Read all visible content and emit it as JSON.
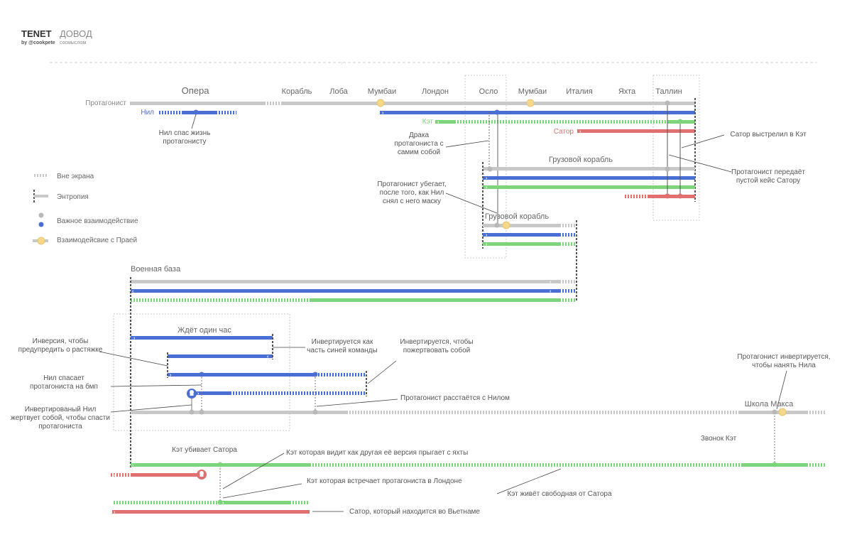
{
  "header": {
    "title": "TENET",
    "title_ru": "ДОВОД",
    "byline": "by @cookpete",
    "byline_ru": "сосмыслом"
  },
  "colors": {
    "grey": "#c8c8c8",
    "blue": "#4a6fd4",
    "green": "#7dd47a",
    "red": "#e07070",
    "yellow": "#f5d88a",
    "text": "#555555",
    "border": "#b5b5b5"
  },
  "locations": [
    "Опера",
    "Корабль",
    "Лоба",
    "Мумбаи",
    "Лондон",
    "Осло",
    "Мумбаи",
    "Италия",
    "Яхта",
    "Таллин"
  ],
  "characters": {
    "protagonist": "Протагонист",
    "neil": "Нил",
    "kat": "Кэт",
    "sator": "Сатор"
  },
  "sections": {
    "cargo_ship": "Грузовой корабль",
    "cargo_ship_2": "Грузовой корабль",
    "military_base": "Военная база",
    "wait_hour": "Ждёт один час",
    "max_school": "Школа Макса"
  },
  "legend": [
    {
      "label": "Вне экрана",
      "icon": "offscreen-line"
    },
    {
      "label": "Энтропия",
      "icon": "entropy-line"
    },
    {
      "label": "Важное взаимодействие",
      "icon": "interaction-dots"
    },
    {
      "label": "Взаимодейсвие с Праей",
      "icon": "priya-dot"
    }
  ],
  "annotations": {
    "neil_saves": "Нил спас жизнь\nпротагонисту",
    "fight": "Драка\nпротагониста с\nсамим собой",
    "escapes": "Протагонист убегает,\nпосле того, как Нил\nснял с него маску",
    "sator_shot": "Сатор выстрелил в Кэт",
    "empty_case": "Протагонист передаёт\nпустой кейс Сатору",
    "inversion_warn": "Инверсия, чтобы\nпредупредить о растяжке",
    "inverts_blue": "Инвертируется как\nчасть синей команды",
    "inverts_sacrifice": "Инвертируется, чтобы\nпожертвовать собой",
    "neil_saves_bmp": "Нил спасает\nпротагониста на бмп",
    "inverted_neil": "Инвертированый Нил\nжертвует собой, чтобы спасти\nпротагониста",
    "parts_with_neil": "Протагонист расстаётся с Нилом",
    "protagonist_inverts": "Протагонист инвертируется,\nчтобы нанять Нила",
    "kat_call": "Звонок Кэт",
    "kat_kills": "Кэт убивает Сатора",
    "kat_sees": "Кэт которая видит как другая её версия прыгает с яхты",
    "kat_meets": "Кэт которая встречает протагониста в Лондоне",
    "kat_free": "Кэт живёт свободная от Сатора",
    "sator_vietnam": "Сатор, который находится во Вьетнаме"
  }
}
